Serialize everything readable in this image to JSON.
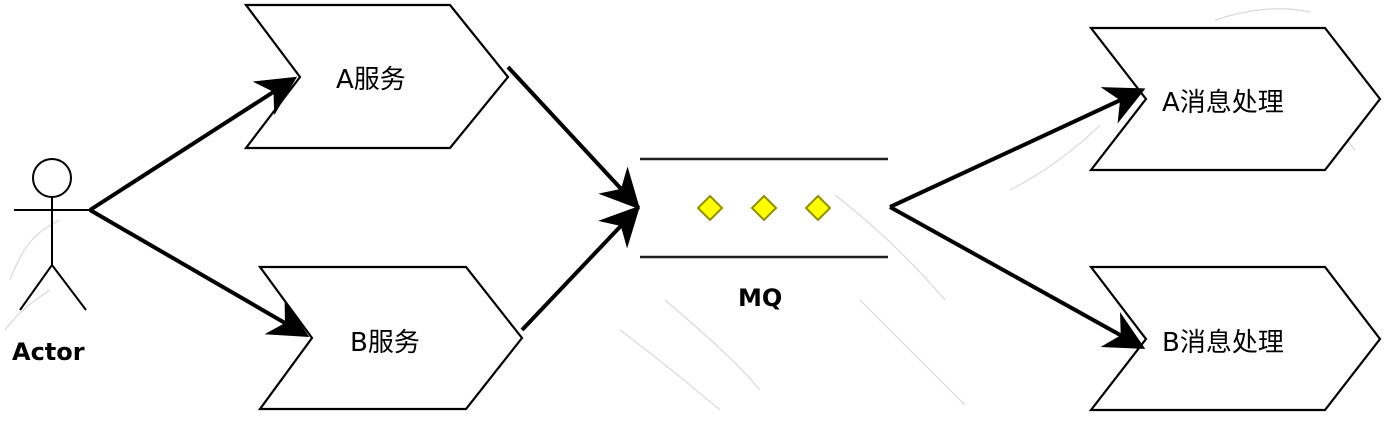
{
  "diagram": {
    "actor_label": "Actor",
    "service_a_label": "A服务",
    "service_b_label": "B服务",
    "queue_label": "MQ",
    "handler_a_label": "A消息处理",
    "handler_b_label": "B消息处理"
  },
  "colors": {
    "queue_item_fill": "#ffff00",
    "stroke": "#000000",
    "background": "#ffffff"
  }
}
